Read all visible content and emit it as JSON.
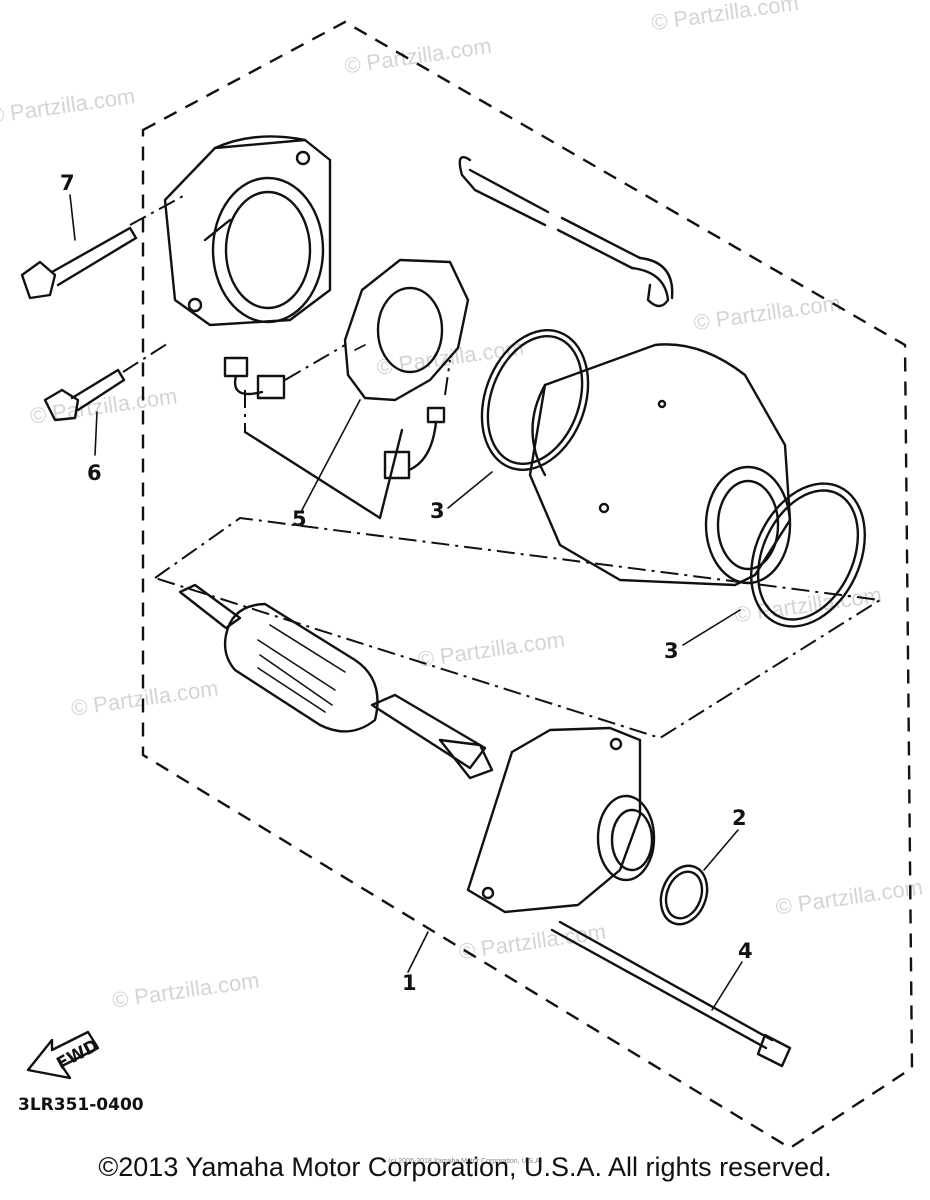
{
  "watermark": "© Partzilla.com",
  "callouts": {
    "c1": "1",
    "c2": "2",
    "c3a": "3",
    "c3b": "3",
    "c4": "4",
    "c5": "5",
    "c6": "6",
    "c7": "7"
  },
  "fwd_label": "FWD",
  "diagram_code": "3LR351-0400",
  "small_notice": "(c) 2005-2018 Yamaha Motor Corporation, U.S.A.",
  "copyright": "©2013 Yamaha Motor Corporation, U.S.A. All rights reserved."
}
